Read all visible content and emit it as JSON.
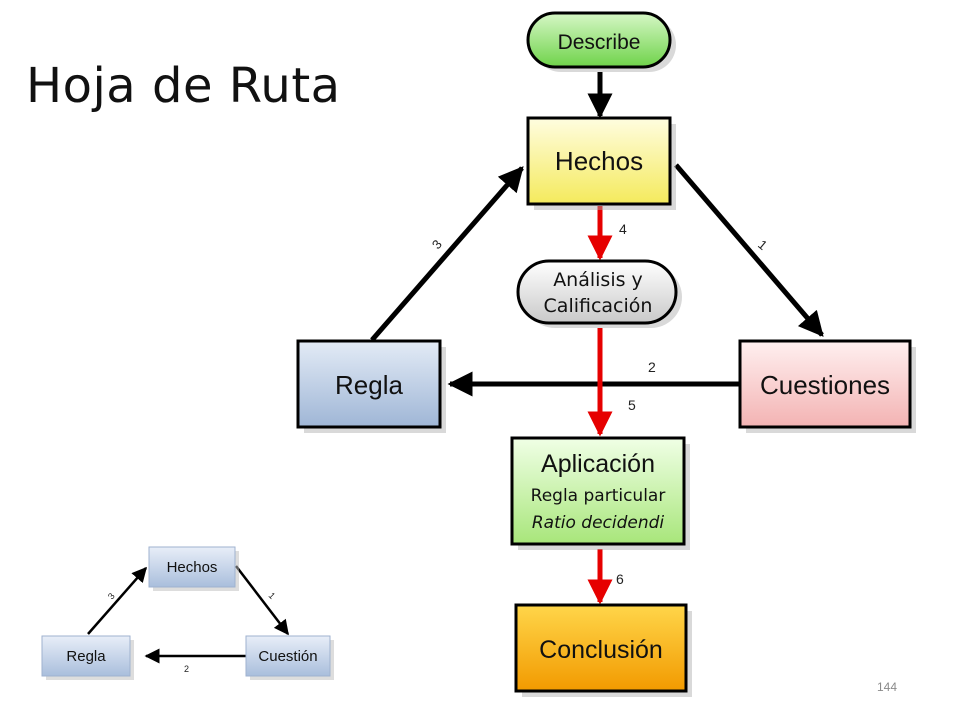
{
  "slide": {
    "title": "Hoja de Ruta",
    "page_number": "144"
  },
  "main_diagram": {
    "nodes": {
      "describe": "Describe",
      "hechos": "Hechos",
      "analisis_line1": "Análisis y",
      "analisis_line2": "Calificación",
      "regla": "Regla",
      "cuestiones": "Cuestiones",
      "aplicacion": "Aplicación",
      "aplicacion_line2": "Regla particular",
      "aplicacion_line3": "Ratio decidendi",
      "conclusion": "Conclusión"
    },
    "edge_labels": {
      "e1": "1",
      "e2": "2",
      "e3": "3",
      "e4": "4",
      "e5": "5",
      "e6": "6"
    },
    "colors": {
      "describe_fill": "#9be37d",
      "hechos_fill": "#fbf59a",
      "analisis_fill": "#dcdcdc",
      "regla_fill": "#b7c9e2",
      "cuestiones_fill": "#f8cccc",
      "aplicacion_fill": "#c4f0a0",
      "conclusion_fill": "#f7b400",
      "red_arrow": "#e60000",
      "black_arrow": "#000000"
    }
  },
  "mini_diagram": {
    "nodes": {
      "hechos": "Hechos",
      "regla": "Regla",
      "cuestion": "Cuestión"
    },
    "edge_labels": {
      "e1": "1",
      "e2": "2",
      "e3": "3"
    }
  }
}
